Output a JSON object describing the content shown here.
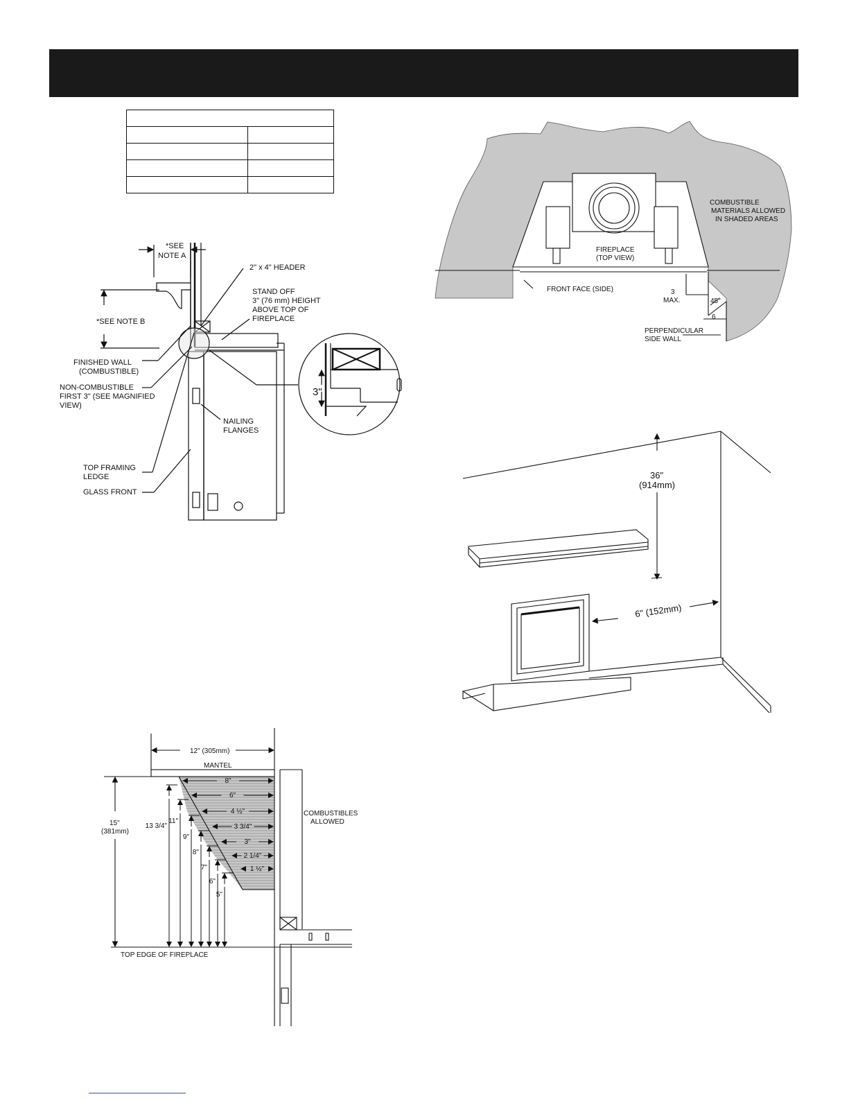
{
  "figure_side": {
    "see_note_a_line1": "*SEE",
    "see_note_a_line2": "NOTE A",
    "header": "2\" x 4\" HEADER",
    "stand_off_line1": "STAND OFF",
    "stand_off_line2": "3\" (76 mm) HEIGHT",
    "stand_off_line3": "ABOVE TOP OF",
    "stand_off_line4": "FIREPLACE",
    "see_note_b": "*SEE NOTE B",
    "finished_wall_line1": "FINISHED WALL",
    "finished_wall_line2": "(COMBUSTIBLE)",
    "noncomb_line1": "NON-COMBUSTIBLE",
    "noncomb_line2": "FIRST 3\" (SEE MAGNIFIED",
    "noncomb_line3": "VIEW)",
    "nailing_line1": "NAILING",
    "nailing_line2": "FLANGES",
    "top_framing_line1": "TOP FRAMING",
    "top_framing_line2": "LEDGE",
    "glass_front": "GLASS FRONT",
    "magnified_dim": "3\""
  },
  "figure_top": {
    "combustible_line1": "COMBUSTIBLE",
    "combustible_line2": "MATERIALS ALLOWED",
    "combustible_line3": "IN SHADED AREAS",
    "fireplace_line1": "FIREPLACE",
    "fireplace_line2": "(TOP VIEW)",
    "front_face": "FRONT FACE (SIDE)",
    "max_line1": "3",
    "max_line2": "MAX.",
    "angle": "45°",
    "six": "6",
    "perp_line1": "PERPENDICULAR",
    "perp_line2": "SIDE WALL"
  },
  "figure_room": {
    "height_line1": "36\"",
    "height_line2": "(914mm)",
    "side_clearance": "6\" (152mm)"
  },
  "figure_mantel": {
    "width": "12\" (305mm)",
    "mantel": "MANTEL",
    "depths": [
      "8\"",
      "6\"",
      "4 ½\"",
      "3 3/4\"",
      "3\"",
      "2 1/4\"",
      "1 ½\""
    ],
    "heights": [
      "13 3/4\"",
      "11\"",
      "9\"",
      "8\"",
      "7\"",
      "6\"",
      "5\""
    ],
    "total_line1": "15\"",
    "total_line2": "(381mm)",
    "comb_line1": "COMBUSTIBLES",
    "comb_line2": "ALLOWED",
    "top_edge": "TOP EDGE OF FIREPLACE"
  }
}
